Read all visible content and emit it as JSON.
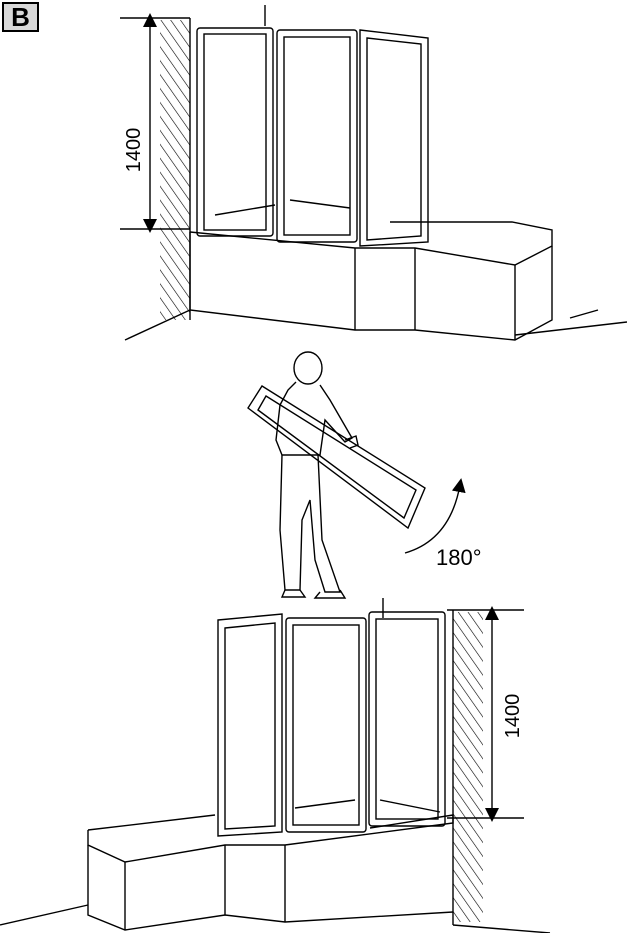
{
  "section_label": "B",
  "top_dimension": "1400",
  "bottom_dimension": "1400",
  "rotation_label": "180°",
  "colors": {
    "stroke": "#000000",
    "label_box_fill": "#d9d9d9"
  }
}
